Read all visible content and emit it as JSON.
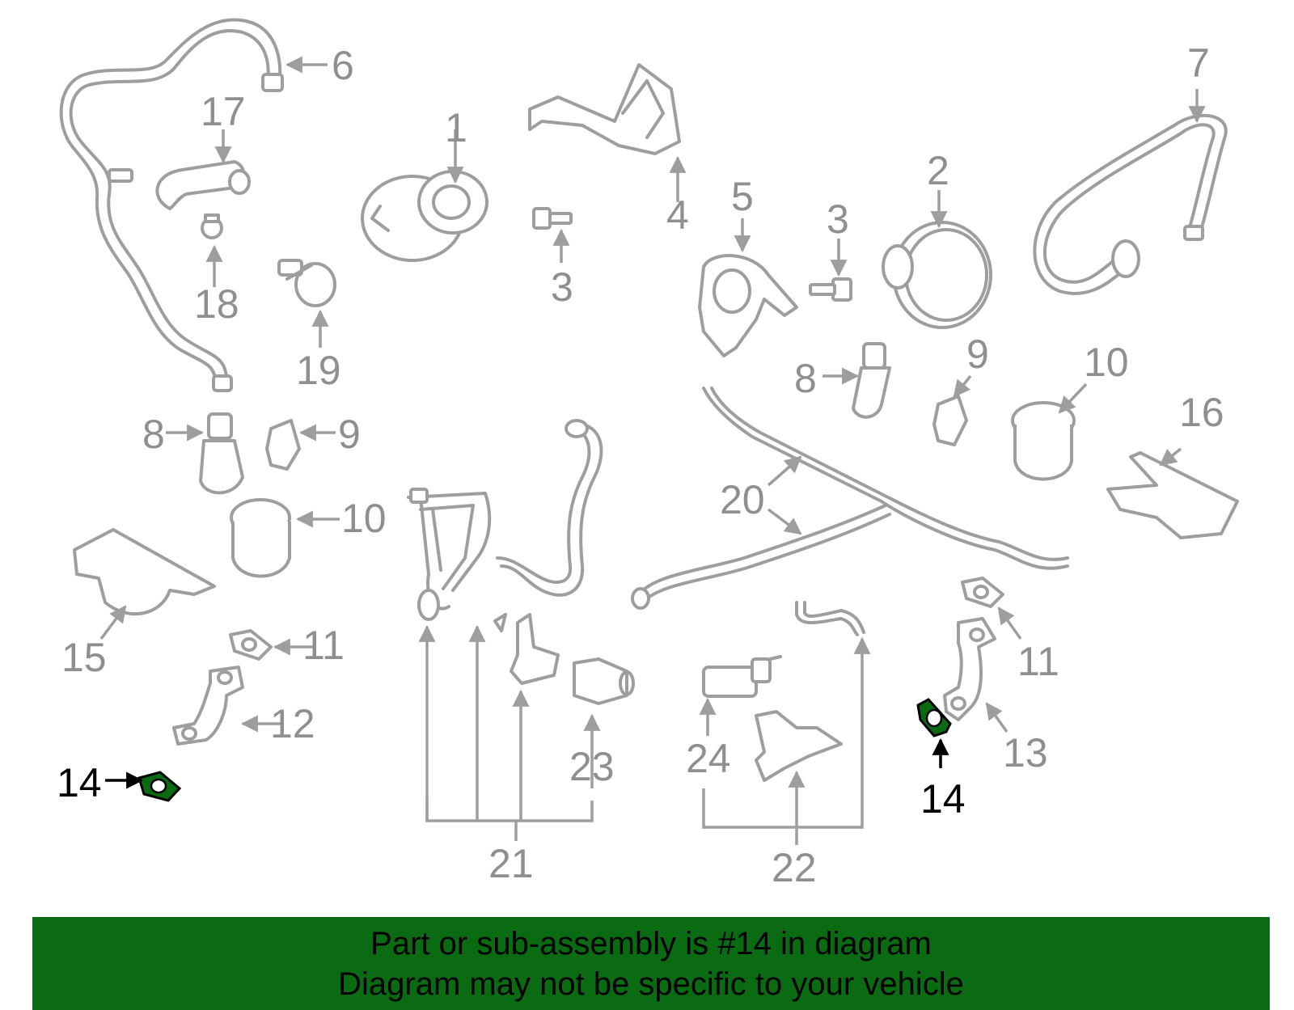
{
  "diagram": {
    "callouts": {
      "c1": "1",
      "c2": "2",
      "c3a": "3",
      "c3b": "3",
      "c4": "4",
      "c5": "5",
      "c6": "6",
      "c7": "7",
      "c8a": "8",
      "c8b": "8",
      "c9a": "9",
      "c9b": "9",
      "c10a": "10",
      "c10b": "10",
      "c11a": "11",
      "c11b": "11",
      "c12": "12",
      "c13": "13",
      "c14a": "14",
      "c14b": "14",
      "c15": "15",
      "c16": "16",
      "c17": "17",
      "c18": "18",
      "c19": "19",
      "c20": "20",
      "c21": "21",
      "c22": "22",
      "c23": "23",
      "c24": "24"
    },
    "highlight_color": "#0b6b12",
    "part_color": "#9e9e9e"
  },
  "banner": {
    "line1": "Part or sub-assembly is #14 in diagram",
    "line2": "Diagram may not be specific to your vehicle",
    "background": "#0b6b12"
  }
}
